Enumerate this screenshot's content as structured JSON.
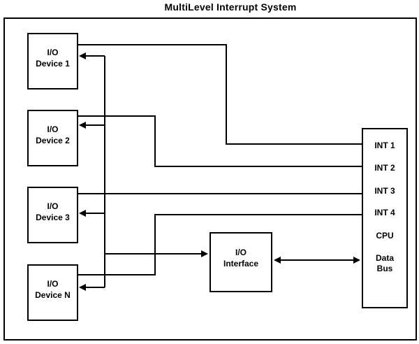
{
  "title": "MultiLevel Interrupt System",
  "devices": [
    {
      "line1": "I/O",
      "line2": "Device 1"
    },
    {
      "line1": "I/O",
      "line2": "Device 2"
    },
    {
      "line1": "I/O",
      "line2": "Device 3"
    },
    {
      "line1": "I/O",
      "line2": "Device N"
    }
  ],
  "interface": {
    "line1": "I/O",
    "line2": "Interface"
  },
  "cpu": {
    "ports": [
      "INT 1",
      "INT 2",
      "INT 3",
      "INT 4"
    ],
    "label": "CPU",
    "bus_line1": "Data",
    "bus_line2": "Bus"
  },
  "connections": [
    {
      "from": "I/O Device 1",
      "to": "INT 1",
      "style": "plain-line"
    },
    {
      "from": "I/O Device 2",
      "to": "INT 2",
      "style": "plain-line"
    },
    {
      "from": "I/O Device 3",
      "to": "INT 3",
      "style": "plain-line"
    },
    {
      "from": "I/O Device N",
      "to": "INT 4",
      "style": "plain-line"
    },
    {
      "from": "ack-bus",
      "to": "I/O Device 1",
      "style": "arrow"
    },
    {
      "from": "ack-bus",
      "to": "I/O Device 2",
      "style": "arrow"
    },
    {
      "from": "ack-bus",
      "to": "I/O Device 3",
      "style": "arrow"
    },
    {
      "from": "ack-bus",
      "to": "I/O Device N",
      "style": "arrow"
    },
    {
      "from": "ack-bus",
      "to": "I/O Interface",
      "style": "arrow"
    },
    {
      "from": "I/O Interface",
      "to": "CPU Data Bus",
      "style": "double-arrow"
    }
  ],
  "colors": {
    "stroke": "#000000",
    "background": "#ffffff",
    "text": "#000000"
  }
}
